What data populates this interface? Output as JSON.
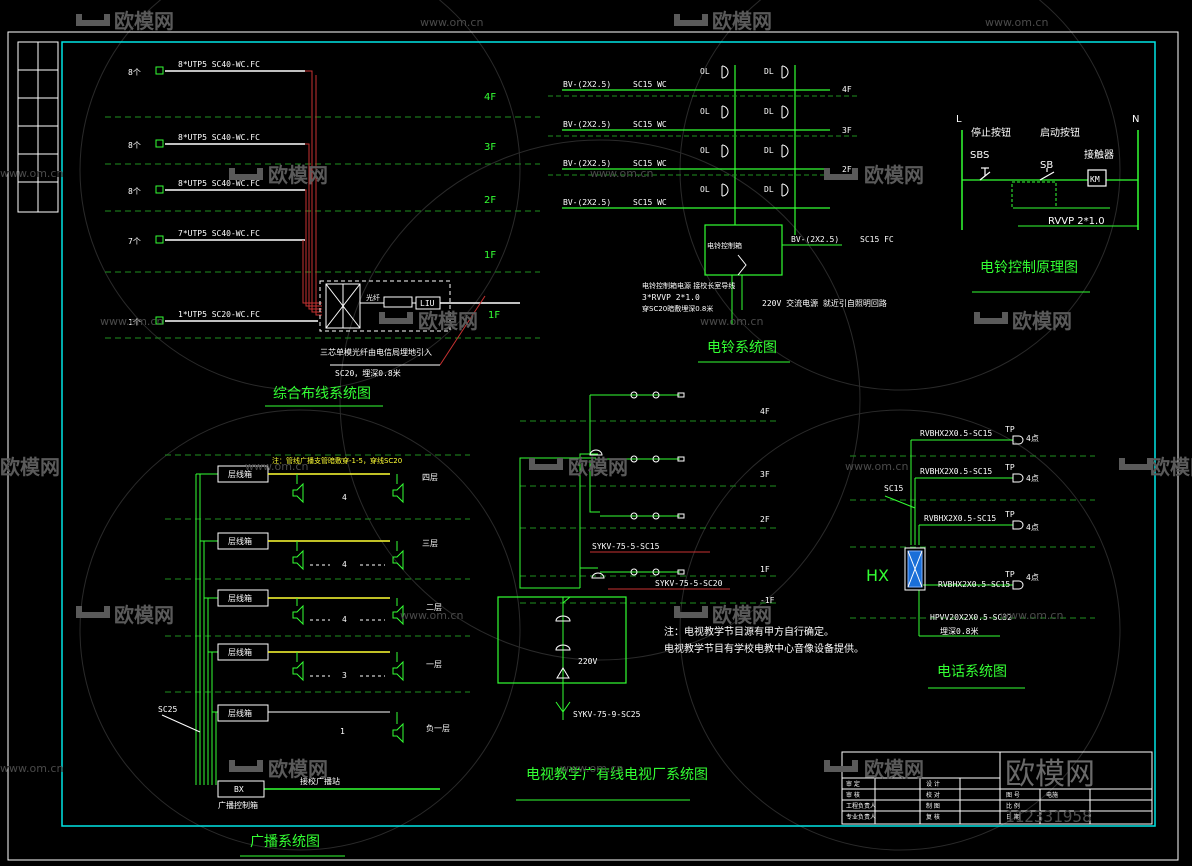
{
  "watermark": {
    "brand": "欧模网",
    "domain": "www.om.cn",
    "big_brand": "欧模网",
    "id_number": "112331958"
  },
  "network": {
    "title": "综合布线系统图",
    "floors": [
      "4F",
      "3F",
      "2F",
      "1F",
      "1F"
    ],
    "rows": [
      {
        "count": "8个",
        "cable": "8*UTP5 SC40-WC.FC"
      },
      {
        "count": "8个",
        "cable": "8*UTP5 SC40-WC.FC"
      },
      {
        "count": "8个",
        "cable": "8*UTP5 SC40-WC.FC"
      },
      {
        "count": "7个",
        "cable": "7*UTP5 SC40-WC.FC"
      },
      {
        "count": "1个",
        "cable": "1*UTP5 SC20-WC.FC"
      }
    ],
    "lc_label": "光纤",
    "box_label": "LIU",
    "note1": "三芯单模光纤由电信局埋地引入",
    "note2": "SC20，埋深0.8米"
  },
  "bell": {
    "title": "电铃系统图",
    "rows": [
      {
        "cable": "BV-(2X2.5)",
        "conduit": "SC15 WC",
        "floor": "4F"
      },
      {
        "cable": "BV-(2X2.5)",
        "conduit": "SC15 WC",
        "floor": "3F"
      },
      {
        "cable": "BV-(2X2.5)",
        "conduit": "SC15 WC",
        "floor": "2F"
      },
      {
        "cable": "BV-(2X2.5)",
        "conduit": "SC15 WC",
        "floor": ""
      }
    ],
    "ol": "OL",
    "dl": "DL",
    "box_label": "电铃控制箱",
    "feed_cable": "BV-(2X2.5)",
    "feed_conduit": "SC15 FC",
    "note_a": "电铃控制箱电源  接校长室导线",
    "note_b": "3*RVVP 2*1.0",
    "note_c": "穿SC20暗敷埋深0.8米",
    "power": "220V  交流电源  就近引自照明回路"
  },
  "bell_ctrl": {
    "title": "电铃控制原理图",
    "L": "L",
    "N": "N",
    "stop_label": "停止按钮",
    "stop_code": "SBS",
    "start_label": "启动按钮",
    "start_code": "SB",
    "contactor_label": "接触器",
    "contactor_code": "KM",
    "cable": "RVVP 2*1.0"
  },
  "broadcast": {
    "title": "广播系统图",
    "note_top": "注：管线广播支管暗敷穿-1-5，穿线SC20",
    "boxes": [
      "层线箱",
      "层线箱",
      "层线箱",
      "层线箱",
      "层线箱"
    ],
    "floors": [
      "四层",
      "三层",
      "二层",
      "一层",
      "负一层"
    ],
    "counts": [
      "4",
      "4",
      "4",
      "3",
      "1"
    ],
    "sc_label": "SC25",
    "bx": "BX",
    "bx_label": "广播控制箱",
    "source": "接校广播站"
  },
  "tv": {
    "title": "电视教学广有线电视厂系统图",
    "floors": [
      "4F",
      "3F",
      "2F",
      "1F",
      "-1F"
    ],
    "cable1": "SYKV-75-5-SC15",
    "cable2": "SYKV-75-5-SC20",
    "cable3": "SYKV-75-9-SC25",
    "voltage": "220V",
    "note1": "注：电视教学节目源有甲方自行确定。",
    "note2": "电视教学节目有学校电教中心音像设备提供。"
  },
  "phone": {
    "title": "电话系统图",
    "rows": [
      {
        "cable": "RVBHX2X0.5-SC15",
        "count": "4点"
      },
      {
        "cable": "RVBHX2X0.5-SC15",
        "count": "4点"
      },
      {
        "cable": "RVBHX2X0.5-SC15",
        "count": "4点"
      },
      {
        "cable": "RVBHX2X0.5-SC15",
        "count": "4点"
      }
    ],
    "tp": "TP",
    "sc": "SC15",
    "hx": "HX",
    "feed": "HPVV20X2X0.5-SC32",
    "feed2": "埋深0.8米"
  },
  "title_block": {
    "cells": [
      "审 定",
      "审 核",
      "工程负责人",
      "专业负责人",
      "设 计",
      "校 对",
      "制 图",
      "复 核",
      "图 号",
      "电施",
      "比 例",
      "日 期"
    ]
  }
}
